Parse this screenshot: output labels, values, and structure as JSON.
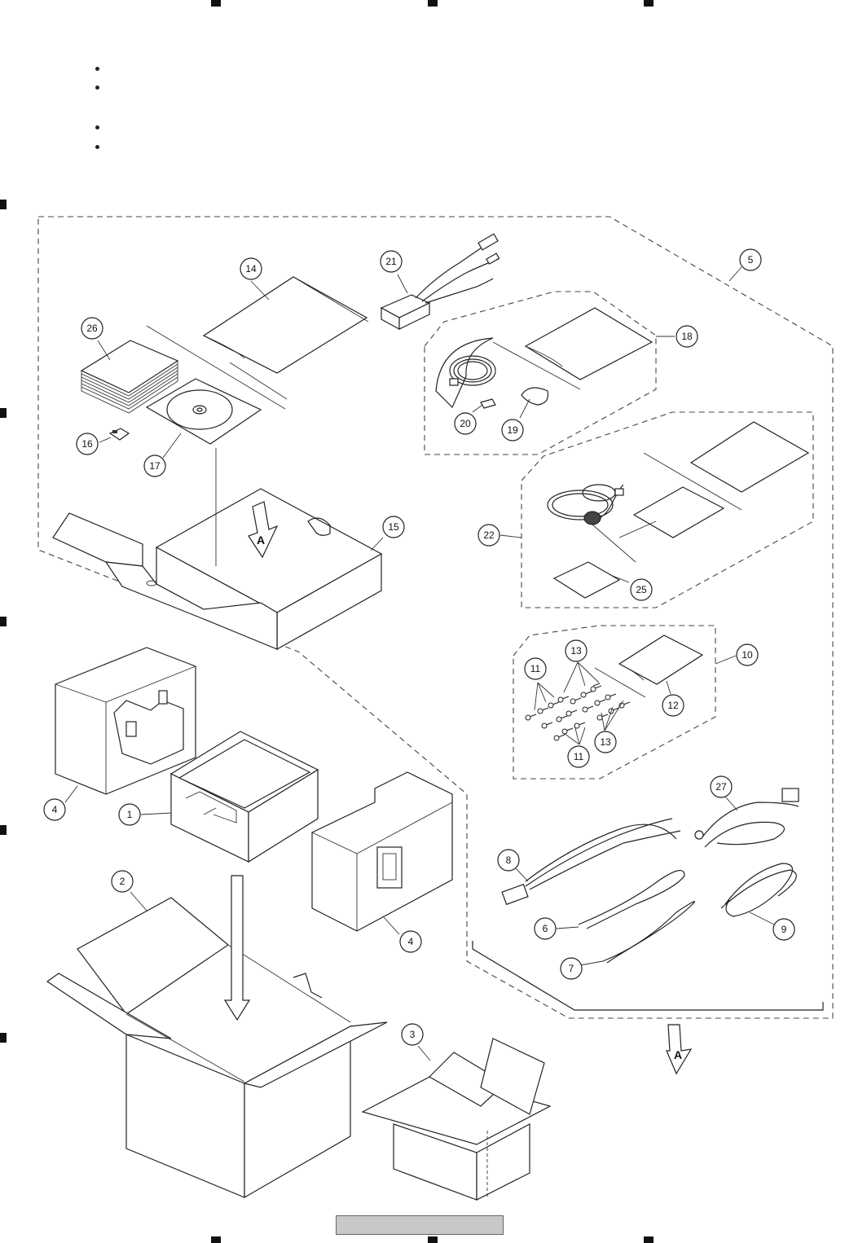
{
  "callouts": [
    {
      "id": "callout-1",
      "label": "1"
    },
    {
      "id": "callout-2",
      "label": "2"
    },
    {
      "id": "callout-3",
      "label": "3"
    },
    {
      "id": "callout-4a",
      "label": "4"
    },
    {
      "id": "callout-4b",
      "label": "4"
    },
    {
      "id": "callout-5",
      "label": "5"
    },
    {
      "id": "callout-6",
      "label": "6"
    },
    {
      "id": "callout-7",
      "label": "7"
    },
    {
      "id": "callout-8",
      "label": "8"
    },
    {
      "id": "callout-9",
      "label": "9"
    },
    {
      "id": "callout-10",
      "label": "10"
    },
    {
      "id": "callout-11a",
      "label": "11"
    },
    {
      "id": "callout-11b",
      "label": "11"
    },
    {
      "id": "callout-12",
      "label": "12"
    },
    {
      "id": "callout-13a",
      "label": "13"
    },
    {
      "id": "callout-13b",
      "label": "13"
    },
    {
      "id": "callout-14",
      "label": "14"
    },
    {
      "id": "callout-15",
      "label": "15"
    },
    {
      "id": "callout-16",
      "label": "16"
    },
    {
      "id": "callout-17",
      "label": "17"
    },
    {
      "id": "callout-18",
      "label": "18"
    },
    {
      "id": "callout-19",
      "label": "19"
    },
    {
      "id": "callout-20",
      "label": "20"
    },
    {
      "id": "callout-21",
      "label": "21"
    },
    {
      "id": "callout-22",
      "label": "22"
    },
    {
      "id": "callout-25",
      "label": "25"
    },
    {
      "id": "callout-26",
      "label": "26"
    },
    {
      "id": "callout-27",
      "label": "27"
    }
  ],
  "arrow_marks": {
    "upper_arrow": "A",
    "lower_arrow": "A"
  }
}
